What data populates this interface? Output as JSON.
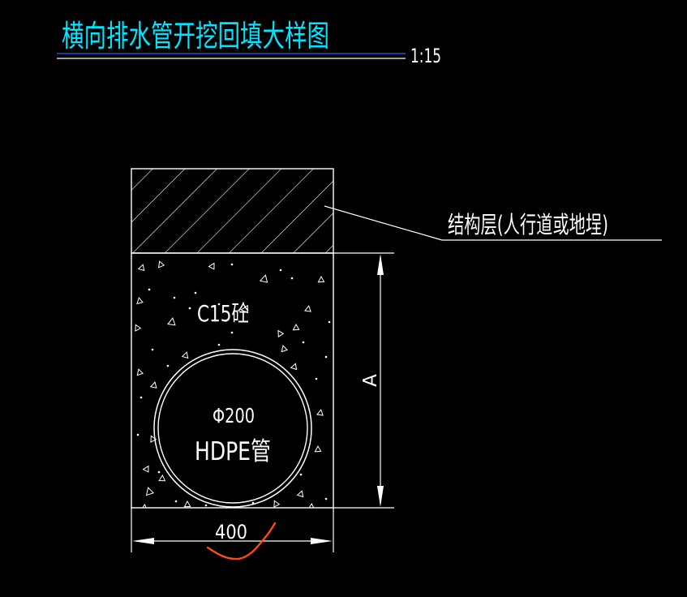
{
  "drawing": {
    "title": "横向排水管开挖回填大样图",
    "scale": "1:15",
    "structure_layer_label": "结构层(人行道或地埕)",
    "concrete_label": "C15砼",
    "pipe_diameter_label": "Φ200",
    "pipe_material_label": "HDPE管",
    "height_dimension_label": "A",
    "width_dimension_label": "400"
  },
  "colors": {
    "background": "#000000",
    "title": "#00e5ff",
    "title_underline": "#2d4bd6",
    "linework": "#ffffff",
    "annotation_mark": "#ff4a10"
  }
}
